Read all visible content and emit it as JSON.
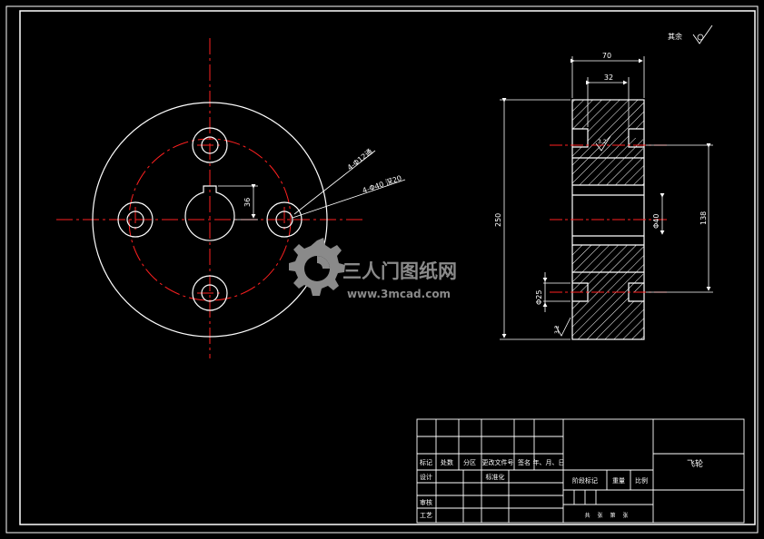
{
  "colors": {
    "background": "#000000",
    "outline": "#ffffff",
    "centerline": "#ff2020",
    "dimension": "#ffffff",
    "watermark": "#8a8a8a"
  },
  "front_view": {
    "bolt_callout": "4-Φ12通",
    "hole_callout": "4-Φ40 深20",
    "keyway_dim": "36"
  },
  "side_view": {
    "width_overall": "70",
    "width_inner": "32",
    "height_overall": "250",
    "bore_dia": "Φ40",
    "hub_dia": "138",
    "hole_dia": "Φ25",
    "roughness": "3.2",
    "chamfer": "3.2"
  },
  "surface_note": "其余",
  "watermark": {
    "brand": "三人门图纸网",
    "url": "www.3mcad.com"
  },
  "title_block": {
    "row_labels": [
      "标记",
      "处数",
      "分区",
      "更改文件号",
      "签名",
      "年、月、日"
    ],
    "design": "设计",
    "standardize": "标准化",
    "stage_mark": "阶段标记",
    "weight": "重量",
    "scale": "比例",
    "review": "审核",
    "process": "工艺",
    "sheet_info": "共 张 第 张",
    "part_name": "飞轮"
  }
}
